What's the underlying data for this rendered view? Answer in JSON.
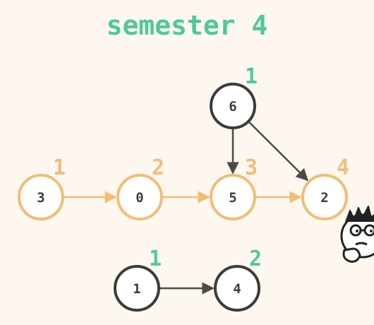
{
  "title": "semester 4",
  "colors": {
    "background": "#fdf7ef",
    "accent_green": "#4fc99a",
    "accent_orange": "#f2bd76",
    "node_dark": "#3c3c3c",
    "text_dark": "#3c3c3c"
  },
  "nodes": [
    {
      "id": "n6",
      "label": "6",
      "tag": "1",
      "style": "dark",
      "tag_color": "green"
    },
    {
      "id": "n3",
      "label": "3",
      "tag": "1",
      "style": "orange",
      "tag_color": "orange"
    },
    {
      "id": "n0",
      "label": "0",
      "tag": "2",
      "style": "orange",
      "tag_color": "orange"
    },
    {
      "id": "n5",
      "label": "5",
      "tag": "3",
      "style": "orange",
      "tag_color": "orange"
    },
    {
      "id": "n2",
      "label": "2",
      "tag": "4",
      "style": "orange",
      "tag_color": "orange"
    },
    {
      "id": "n1",
      "label": "1",
      "tag": "1",
      "style": "dark",
      "tag_color": "green"
    },
    {
      "id": "n4",
      "label": "4",
      "tag": "2",
      "style": "dark",
      "tag_color": "green"
    }
  ],
  "edges": [
    {
      "from": "n3",
      "to": "n0",
      "style": "orange"
    },
    {
      "from": "n0",
      "to": "n5",
      "style": "orange"
    },
    {
      "from": "n5",
      "to": "n2",
      "style": "orange"
    },
    {
      "from": "n6",
      "to": "n5",
      "style": "dark"
    },
    {
      "from": "n6",
      "to": "n2",
      "style": "dark"
    },
    {
      "from": "n1",
      "to": "n4",
      "style": "dark"
    }
  ],
  "mascot": "thinking-face-icon"
}
